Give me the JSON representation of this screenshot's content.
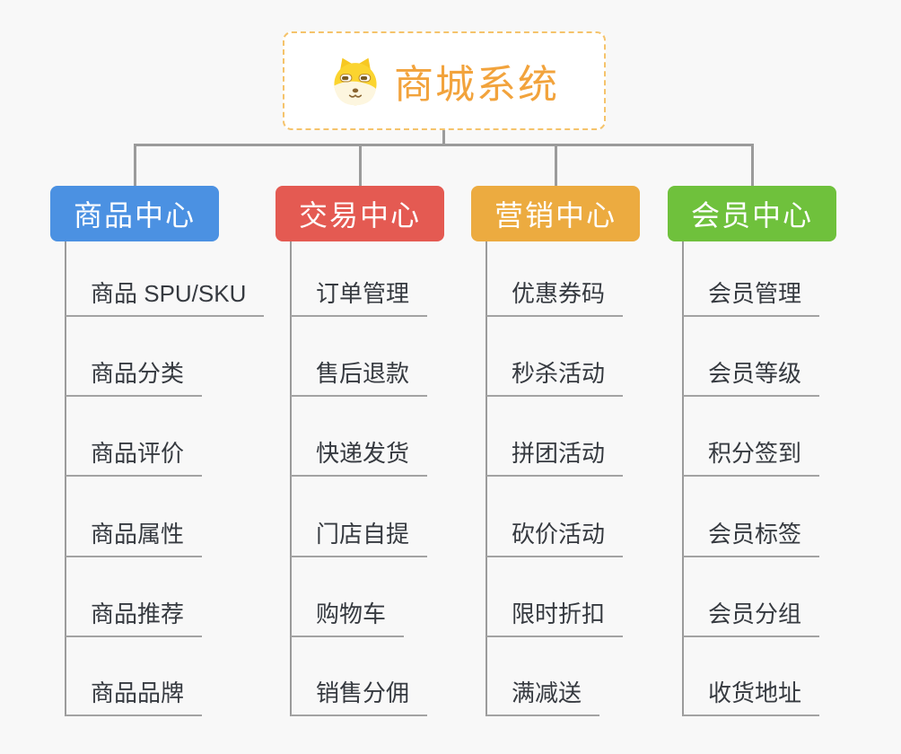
{
  "root": {
    "title": "商城系统",
    "icon": "dog-face-icon"
  },
  "branches": [
    {
      "label": "商品中心",
      "color": "#4b91e2",
      "children": [
        "商品 SPU/SKU",
        "商品分类",
        "商品评价",
        "商品属性",
        "商品推荐",
        "商品品牌"
      ]
    },
    {
      "label": "交易中心",
      "color": "#e45a52",
      "children": [
        "订单管理",
        "售后退款",
        "快递发货",
        "门店自提",
        "购物车",
        "销售分佣"
      ]
    },
    {
      "label": "营销中心",
      "color": "#ecab40",
      "children": [
        "优惠券码",
        "秒杀活动",
        "拼团活动",
        "砍价活动",
        "限时折扣",
        "满减送"
      ]
    },
    {
      "label": "会员中心",
      "color": "#6fc13c",
      "children": [
        "会员管理",
        "会员等级",
        "积分签到",
        "会员标签",
        "会员分组",
        "收货地址"
      ]
    }
  ],
  "colors": {
    "background": "#f8f8f8",
    "connector": "#9b9b9b",
    "root_text": "#f2a33c",
    "root_border": "#f5c36b",
    "branch_text": "#ffffff",
    "leaf_text": "#363a40"
  }
}
